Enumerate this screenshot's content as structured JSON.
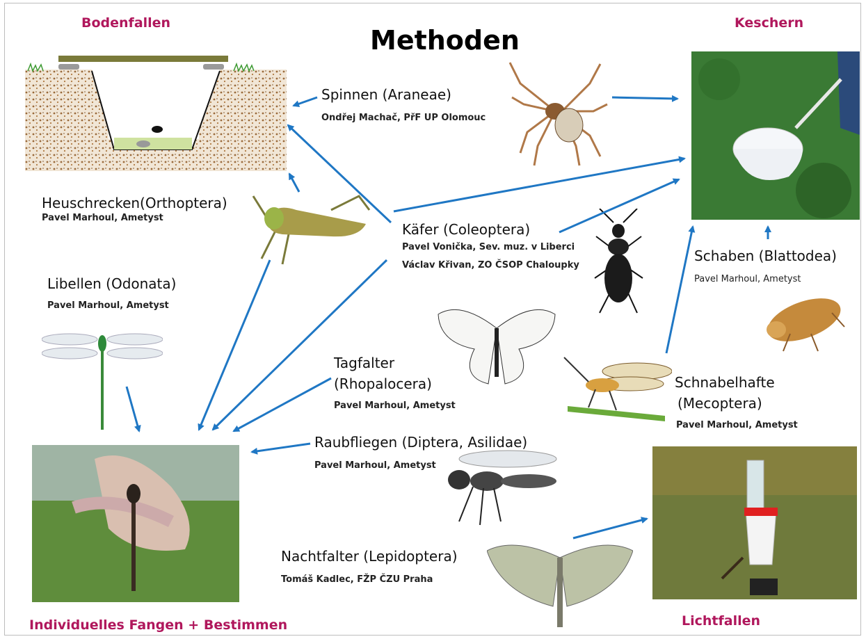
{
  "title": "Methoden",
  "headings": {
    "bodenfallen": "Bodenfallen",
    "keschern": "Keschern",
    "individuelles": "Individuelles Fangen + Bestimmen",
    "lichtfallen": "Lichtfallen"
  },
  "taxa": {
    "spinnen": {
      "name": "Spinnen (Araneae)",
      "credit": "Ondřej Machač, PřF UP Olomouc"
    },
    "heuschrecken": {
      "name": "Heuschrecken(Orthoptera)",
      "credit": "Pavel Marhoul, Ametyst"
    },
    "kaefer": {
      "name": "Käfer (Coleoptera)",
      "credit1": "Pavel Vonička, Sev. muz. v Liberci",
      "credit2": "Václav Křivan, ZO ČSOP Chaloupky"
    },
    "schaben": {
      "name": "Schaben (Blattodea)",
      "credit": "Pavel Marhoul, Ametyst"
    },
    "libellen": {
      "name": "Libellen (Odonata)",
      "credit": "Pavel Marhoul, Ametyst"
    },
    "tagfalter": {
      "name1": "Tagfalter",
      "name2": "(Rhopalocera)",
      "credit": "Pavel Marhoul, Ametyst"
    },
    "schnabelhafte": {
      "name1": "Schnabelhafte",
      "name2": "(Mecoptera)",
      "credit": "Pavel Marhoul, Ametyst"
    },
    "raubfliegen": {
      "name": "Raubfliegen (Diptera, Asilidae)",
      "credit": "Pavel Marhoul, Ametyst"
    },
    "nachtfalter": {
      "name": "Nachtfalter (Lepidoptera)",
      "credit": "Tomáš Kadlec, FŽP ČZU Praha"
    }
  },
  "colors": {
    "arrow": "#1f77c4",
    "heading": "#b0175c"
  }
}
